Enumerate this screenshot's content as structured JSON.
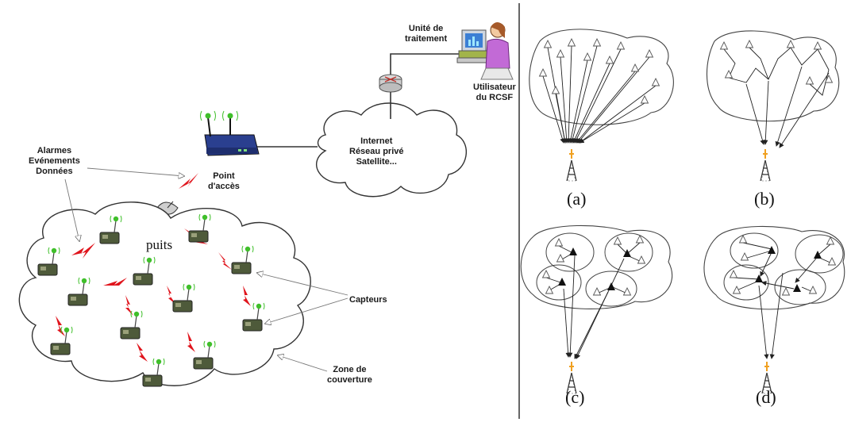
{
  "left_diagram": {
    "processing_unit": "Unité de\ntraitement",
    "user": "Utilisateur\ndu RCSF",
    "network": "Internet\nRéseau privé\nSatellite...",
    "access_point": "Point\nd'accès",
    "messages": "Alarmes\nEvénements\nDonnées",
    "sink": "puits",
    "sensors": "Capteurs",
    "coverage": "Zone de\ncouverture"
  },
  "right_diagram": {
    "panels": [
      "(a)",
      "(b)",
      "(c)",
      "(d)"
    ]
  },
  "colors": {
    "lightning": "#e0141c",
    "led": "#3fbf2a",
    "sensor_body": "#4e5a3a",
    "cloud_stroke": "#333333",
    "tower": "#f0a020"
  }
}
